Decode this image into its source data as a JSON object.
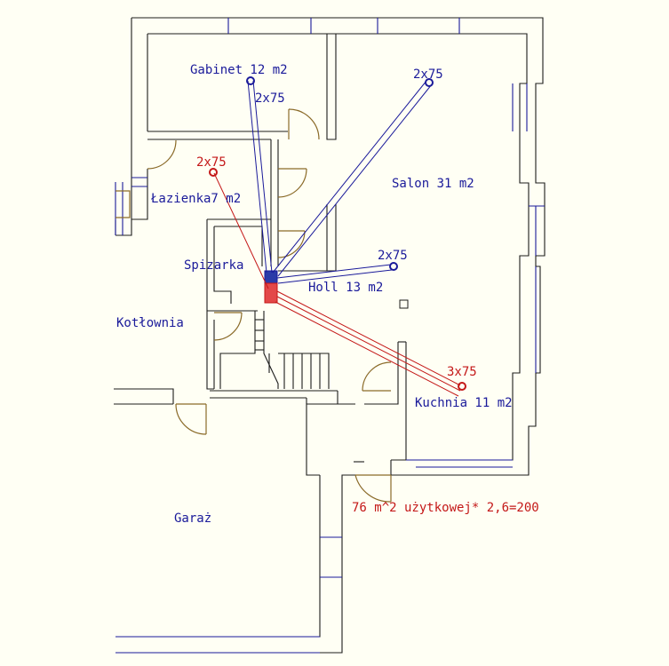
{
  "rooms": {
    "gabinet": "Gabinet 12 m2",
    "salon": "Salon 31 m2",
    "lazienka": "Łazienka7 m2",
    "spizarka": "Spizarka",
    "holl": "Holl 13 m2",
    "kotlownia": "Kotłownia",
    "kuchnia": "Kuchnia 11 m2",
    "garaz": "Garaż"
  },
  "ducts": {
    "gabinet": "2x75",
    "salon": "2x75",
    "holl": "2x75",
    "lazienka": "2x75",
    "kuchnia": "3x75"
  },
  "note": "76 m^2 użytkowej* 2,6=200",
  "colors": {
    "walls": "#1c1c1c",
    "window": "#1a1a9a",
    "door": "#8a6a28",
    "supply": "#1a1a9a",
    "exhaust": "#c41818",
    "background": "#fffff4"
  }
}
